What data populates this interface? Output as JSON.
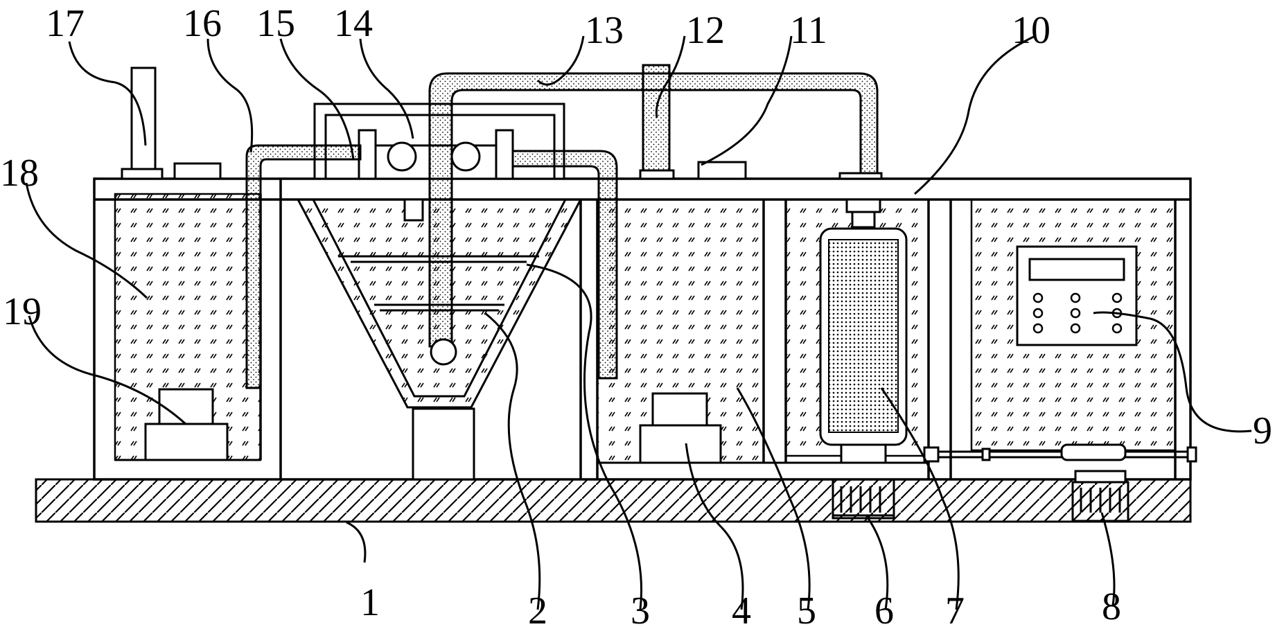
{
  "diagram": {
    "callouts": [
      {
        "id": "1",
        "text": "1"
      },
      {
        "id": "2",
        "text": "2"
      },
      {
        "id": "3",
        "text": "3"
      },
      {
        "id": "4",
        "text": "4"
      },
      {
        "id": "5",
        "text": "5"
      },
      {
        "id": "6",
        "text": "6"
      },
      {
        "id": "7",
        "text": "7"
      },
      {
        "id": "8",
        "text": "8"
      },
      {
        "id": "9",
        "text": "9"
      },
      {
        "id": "10",
        "text": "10"
      },
      {
        "id": "11",
        "text": "11"
      },
      {
        "id": "12",
        "text": "12"
      },
      {
        "id": "13",
        "text": "13"
      },
      {
        "id": "14",
        "text": "14"
      },
      {
        "id": "15",
        "text": "15"
      },
      {
        "id": "16",
        "text": "16"
      },
      {
        "id": "17",
        "text": "17"
      },
      {
        "id": "18",
        "text": "18"
      },
      {
        "id": "19",
        "text": "19"
      }
    ],
    "colors": {
      "line": "#000000",
      "background": "#ffffff"
    }
  }
}
